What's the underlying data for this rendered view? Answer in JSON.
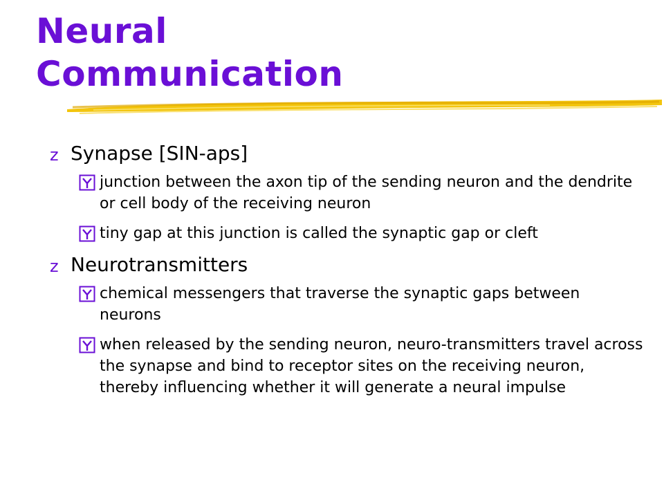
{
  "slide": {
    "title_line1": "Neural",
    "title_line2": "Communication",
    "accent_color": "#6a0fd6",
    "underline_color": "#f2c200",
    "sections": [
      {
        "heading": "Synapse [SIN-aps]",
        "points": [
          "junction between the axon tip of the sending neuron and the dendrite or cell body of the receiving neuron",
          "tiny gap at this junction is called the synaptic gap or cleft"
        ]
      },
      {
        "heading": "Neurotransmitters",
        "points": [
          "chemical messengers that traverse the synaptic gaps between neurons",
          "when released by the sending neuron, neuro-transmitters travel across the synapse and bind to receptor sites on the receiving neuron, thereby influencing whether it will generate a neural impulse"
        ]
      }
    ]
  }
}
